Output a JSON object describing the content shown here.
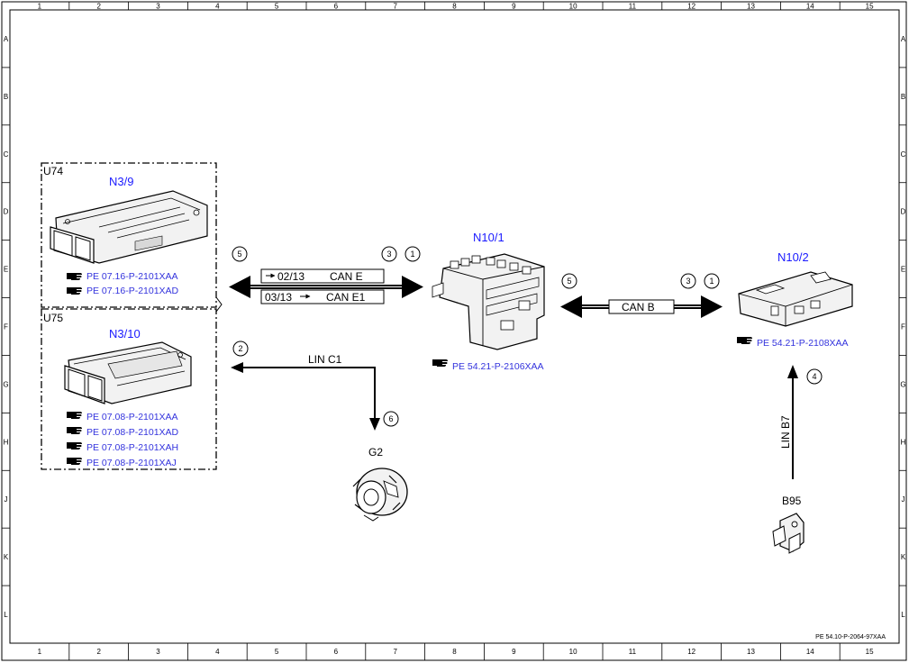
{
  "ruler": {
    "columns": [
      "1",
      "2",
      "3",
      "4",
      "5",
      "6",
      "7",
      "8",
      "9",
      "10",
      "11",
      "12",
      "13",
      "14",
      "15"
    ],
    "rows": [
      "A",
      "B",
      "C",
      "D",
      "E",
      "F",
      "G",
      "H",
      "J",
      "K",
      "L"
    ]
  },
  "groups": {
    "u74": {
      "label": "U74"
    },
    "u75": {
      "label": "U75"
    }
  },
  "components": {
    "n3_9": {
      "label": "N3/9",
      "refs": [
        "PE 07.16-P-2101XAA",
        "PE 07.16-P-2101XAD"
      ]
    },
    "n3_10": {
      "label": "N3/10",
      "refs": [
        "PE 07.08-P-2101XAA",
        "PE 07.08-P-2101XAD",
        "PE 07.08-P-2101XAH",
        "PE 07.08-P-2101XAJ"
      ]
    },
    "n10_1": {
      "label": "N10/1",
      "refs": [
        "PE 54.21-P-2106XAA"
      ]
    },
    "n10_2": {
      "label": "N10/2",
      "refs": [
        "PE 54.21-P-2108XAA"
      ]
    },
    "g2": {
      "label": "G2"
    },
    "b95": {
      "label": "B95"
    }
  },
  "connections": {
    "can_e": {
      "page": "02/13",
      "label": "CAN E"
    },
    "can_e1": {
      "page": "03/13",
      "label": "CAN E1"
    },
    "can_b": {
      "label": "CAN B"
    },
    "lin_c1": {
      "label": "LIN C1"
    },
    "lin_b7": {
      "label": "LIN B7"
    }
  },
  "markers": {
    "m5a": "5",
    "m3a": "3",
    "m1a": "1",
    "m5b": "5",
    "m3b": "3",
    "m1b": "1",
    "m2": "2",
    "m6": "6",
    "m4": "4"
  },
  "footer": {
    "doc_id": "PE 54.10-P-2064-97XAA"
  },
  "colors": {
    "component_label": "#1a1aff",
    "reference": "#3333dd",
    "line": "#000000"
  },
  "icons": {
    "reference": "pointing-hand-icon"
  }
}
